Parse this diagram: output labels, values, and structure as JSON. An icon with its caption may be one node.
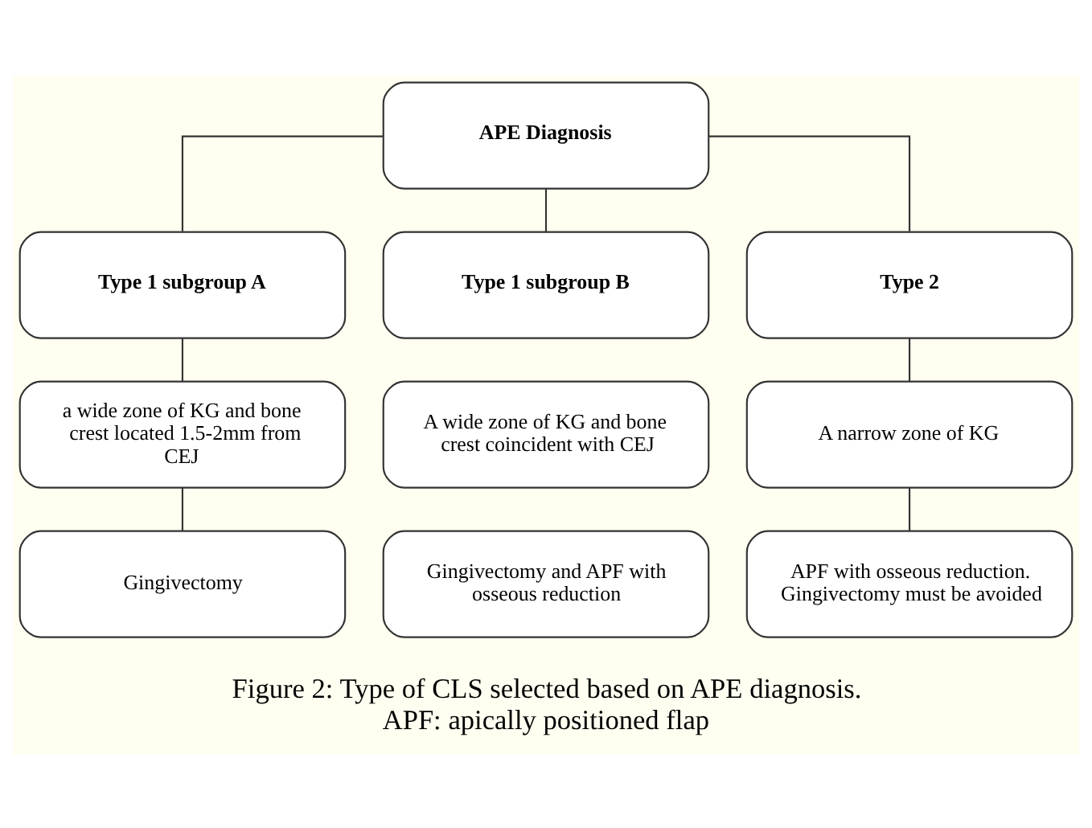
{
  "diagram": {
    "caption": "Figure 2: Type of CLS selected based on APE diagnosis. APF: apically positioned flap",
    "nodes": [
      {
        "text": [
          "APE Diagnosis"
        ]
      },
      {
        "text": [
          "Type 1 subgroup A"
        ]
      },
      {
        "text": [
          "Type 1 subgroup B"
        ]
      },
      {
        "text": [
          "Type 2"
        ]
      },
      {
        "text": [
          "a wide zone of KG and bone crest located 1.5-2mm from CEJ"
        ]
      },
      {
        "text": [
          "A wide zone of KG and bone crest coincident with CEJ"
        ]
      },
      {
        "text": [
          "A narrow zone of KG"
        ]
      },
      {
        "text": [
          "Gingivectomy"
        ]
      },
      {
        "text": [
          "Gingivectomy and APF with osseous reduction"
        ]
      },
      {
        "text": [
          "APF with osseous reduction. Gingivectomy must be avoided"
        ]
      }
    ],
    "edges": [
      {
        "from": 0,
        "to": 1,
        "arrow": "none"
      },
      {
        "from": 0,
        "to": 2,
        "arrow": "none"
      },
      {
        "from": 0,
        "to": 3,
        "arrow": "none"
      },
      {
        "from": 1,
        "to": 4,
        "arrow": "none"
      },
      {
        "from": 4,
        "to": 7,
        "arrow": "none"
      },
      {
        "from": 3,
        "to": 6,
        "arrow": "none"
      },
      {
        "from": 6,
        "to": 9,
        "arrow": "none"
      }
    ]
  }
}
